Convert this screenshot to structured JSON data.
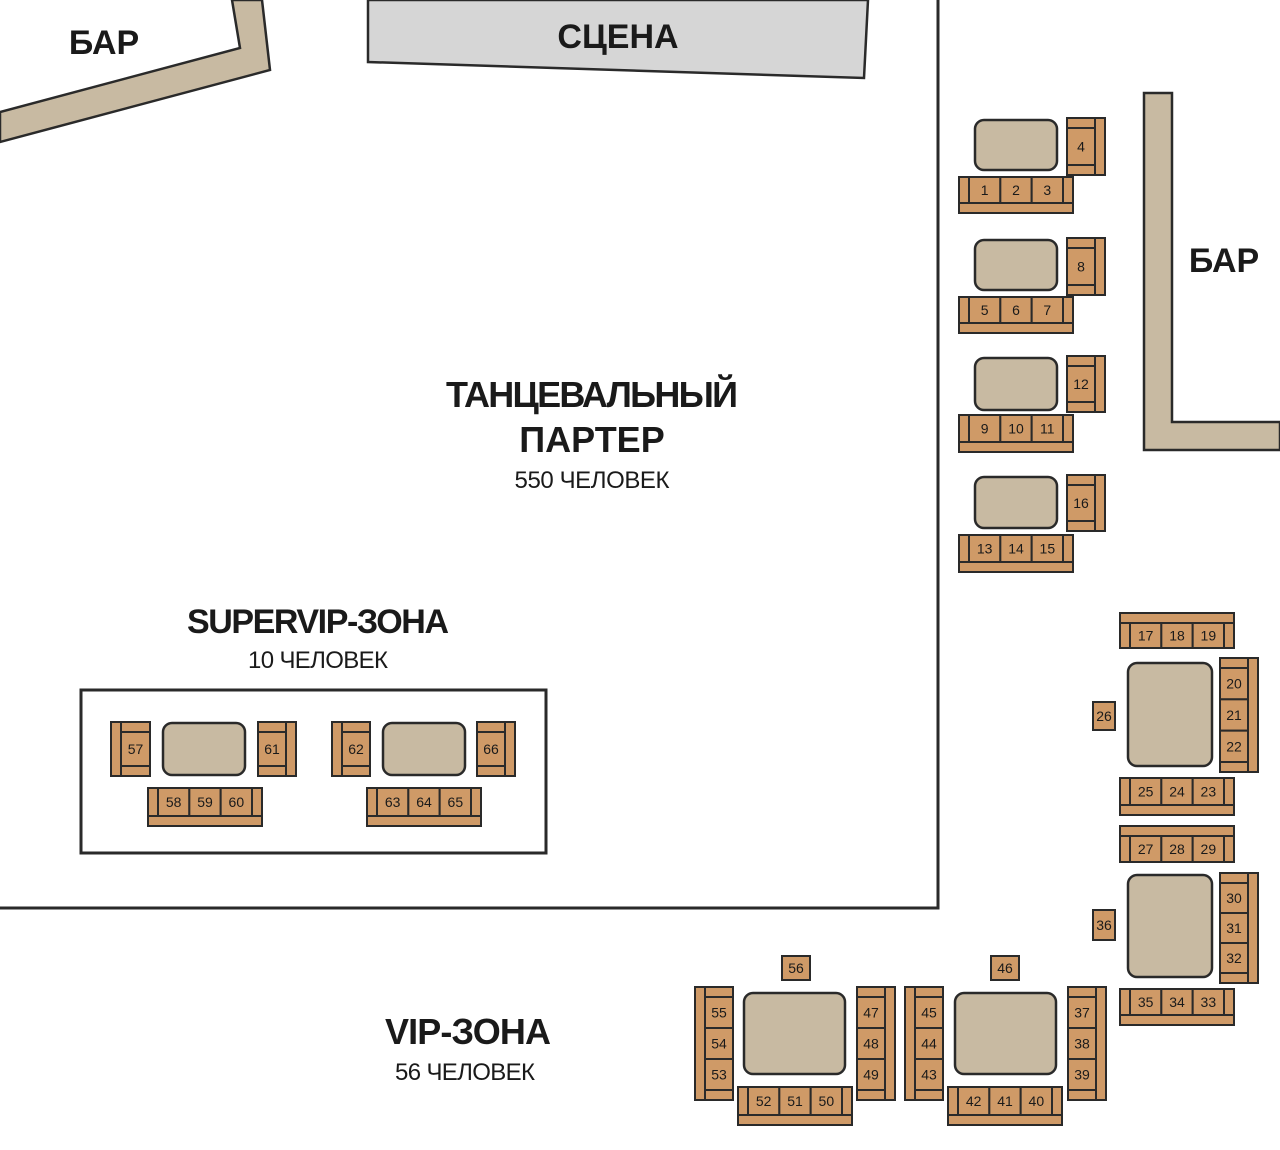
{
  "labels": {
    "bar_left": "БАР",
    "stage": "СЦЕНА",
    "bar_right": "БАР",
    "dance_floor_line1": "ТАНЦЕВАЛЬНЫЙ",
    "dance_floor_line2": "ПАРТЕР",
    "dance_floor_capacity": "550 ЧЕЛОВЕК",
    "supervip_title": "SUPERVIP-ЗОНА",
    "supervip_capacity": "10 ЧЕЛОВЕК",
    "vip_title": "VIP-ЗОНА",
    "vip_capacity": "56 ЧЕЛОВЕК"
  },
  "colors": {
    "sofa": "#cf9a67",
    "table": "#c8baa2",
    "wall": "#c8baa2",
    "stage": "#d6d6d6",
    "outline": "#2a2a2a"
  },
  "seat_groups": [
    {
      "zone": "vip",
      "seats": [
        "1",
        "2",
        "3"
      ]
    },
    {
      "zone": "vip",
      "seats": [
        "4"
      ]
    },
    {
      "zone": "vip",
      "seats": [
        "5",
        "6",
        "7"
      ]
    },
    {
      "zone": "vip",
      "seats": [
        "8"
      ]
    },
    {
      "zone": "vip",
      "seats": [
        "9",
        "10",
        "11"
      ]
    },
    {
      "zone": "vip",
      "seats": [
        "12"
      ]
    },
    {
      "zone": "vip",
      "seats": [
        "13",
        "14",
        "15"
      ]
    },
    {
      "zone": "vip",
      "seats": [
        "16"
      ]
    },
    {
      "zone": "vip",
      "seats": [
        "17",
        "18",
        "19"
      ]
    },
    {
      "zone": "vip",
      "seats": [
        "20",
        "21",
        "22"
      ]
    },
    {
      "zone": "vip",
      "seats": [
        "25",
        "24",
        "23"
      ]
    },
    {
      "zone": "vip",
      "seats": [
        "26"
      ]
    },
    {
      "zone": "vip",
      "seats": [
        "27",
        "28",
        "29"
      ]
    },
    {
      "zone": "vip",
      "seats": [
        "30",
        "31",
        "32"
      ]
    },
    {
      "zone": "vip",
      "seats": [
        "35",
        "34",
        "33"
      ]
    },
    {
      "zone": "vip",
      "seats": [
        "36"
      ]
    },
    {
      "zone": "vip",
      "seats": [
        "55",
        "54",
        "53"
      ]
    },
    {
      "zone": "vip",
      "seats": [
        "47",
        "48",
        "49"
      ]
    },
    {
      "zone": "vip",
      "seats": [
        "52",
        "51",
        "50"
      ]
    },
    {
      "zone": "vip",
      "seats": [
        "56"
      ]
    },
    {
      "zone": "vip",
      "seats": [
        "45",
        "44",
        "43"
      ]
    },
    {
      "zone": "vip",
      "seats": [
        "37",
        "38",
        "39"
      ]
    },
    {
      "zone": "vip",
      "seats": [
        "42",
        "41",
        "40"
      ]
    },
    {
      "zone": "vip",
      "seats": [
        "46"
      ]
    },
    {
      "zone": "supervip",
      "seats": [
        "57"
      ]
    },
    {
      "zone": "supervip",
      "seats": [
        "61"
      ]
    },
    {
      "zone": "supervip",
      "seats": [
        "58",
        "59",
        "60"
      ]
    },
    {
      "zone": "supervip",
      "seats": [
        "62"
      ]
    },
    {
      "zone": "supervip",
      "seats": [
        "66"
      ]
    },
    {
      "zone": "supervip",
      "seats": [
        "63",
        "64",
        "65"
      ]
    }
  ]
}
